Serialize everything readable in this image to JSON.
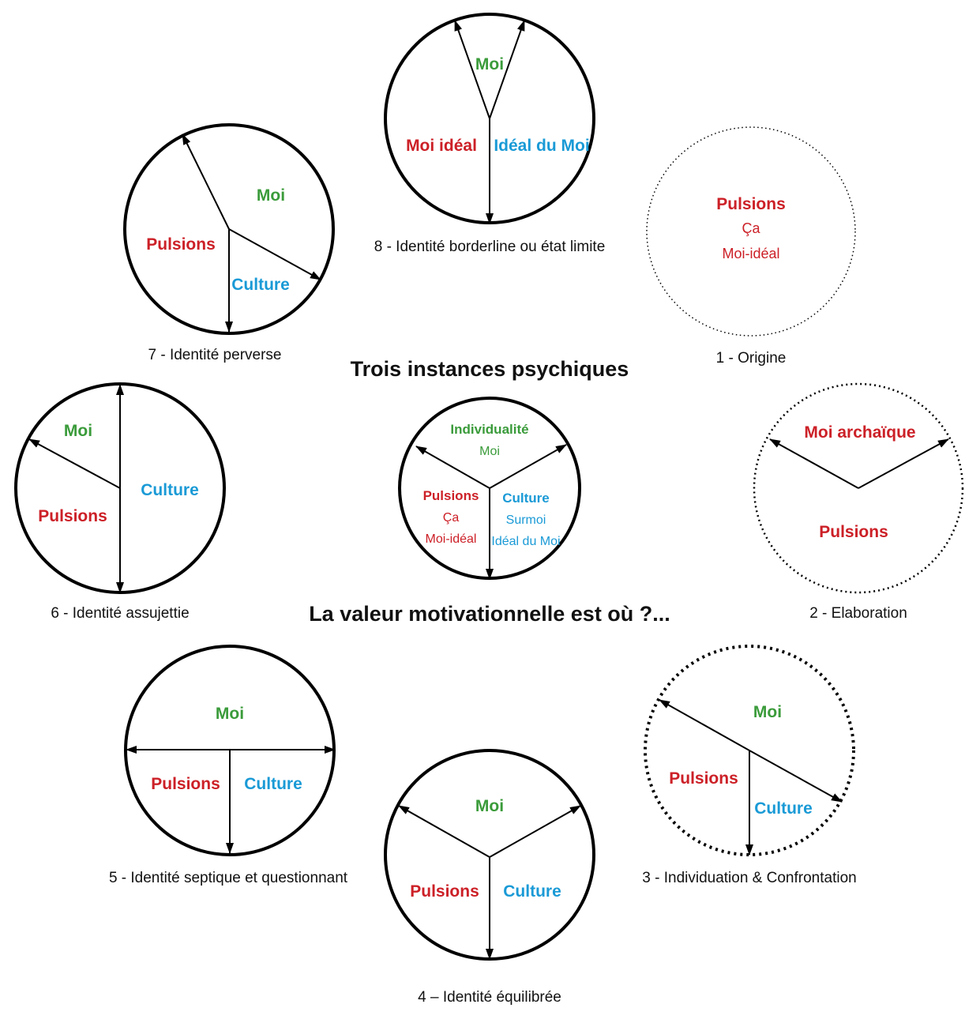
{
  "colors": {
    "moi": "#3a9b3a",
    "pulsions": "#cc2027",
    "culture": "#1a9ad6",
    "ink": "#000000"
  },
  "titles": {
    "top": "Trois instances psychiques",
    "bottom": "La valeur motivationnelle est où ?..."
  },
  "center": {
    "individualite": "Individualité",
    "moi": "Moi",
    "pulsions": "Pulsions",
    "ca": "Ça",
    "moi_ideal": "Moi-idéal",
    "culture": "Culture",
    "surmoi": "Surmoi",
    "ideal_du_moi": "Idéal du Moi"
  },
  "d1": {
    "caption": "1 - Origine",
    "pulsions": "Pulsions",
    "ca": "Ça",
    "moi_ideal": "Moi-idéal"
  },
  "d2": {
    "caption": "2 - Elaboration",
    "moi_archaique": "Moi archaïque",
    "pulsions": "Pulsions"
  },
  "d3": {
    "caption": "3 - Individuation & Confrontation",
    "moi": "Moi",
    "pulsions": "Pulsions",
    "culture": "Culture"
  },
  "d4": {
    "caption": "4 – Identité équilibrée",
    "moi": "Moi",
    "pulsions": "Pulsions",
    "culture": "Culture"
  },
  "d5": {
    "caption": "5 - Identité septique et questionnant",
    "moi": "Moi",
    "pulsions": "Pulsions",
    "culture": "Culture"
  },
  "d6": {
    "caption": "6 - Identité assujettie",
    "moi": "Moi",
    "pulsions": "Pulsions",
    "culture": "Culture"
  },
  "d7": {
    "caption": "7 - Identité perverse",
    "moi": "Moi",
    "pulsions": "Pulsions",
    "culture": "Culture"
  },
  "d8": {
    "caption": "8 - Identité borderline ou état limite",
    "moi": "Moi",
    "moi_ideal": "Moi idéal",
    "ideal_du_moi": "Idéal du Moi"
  }
}
